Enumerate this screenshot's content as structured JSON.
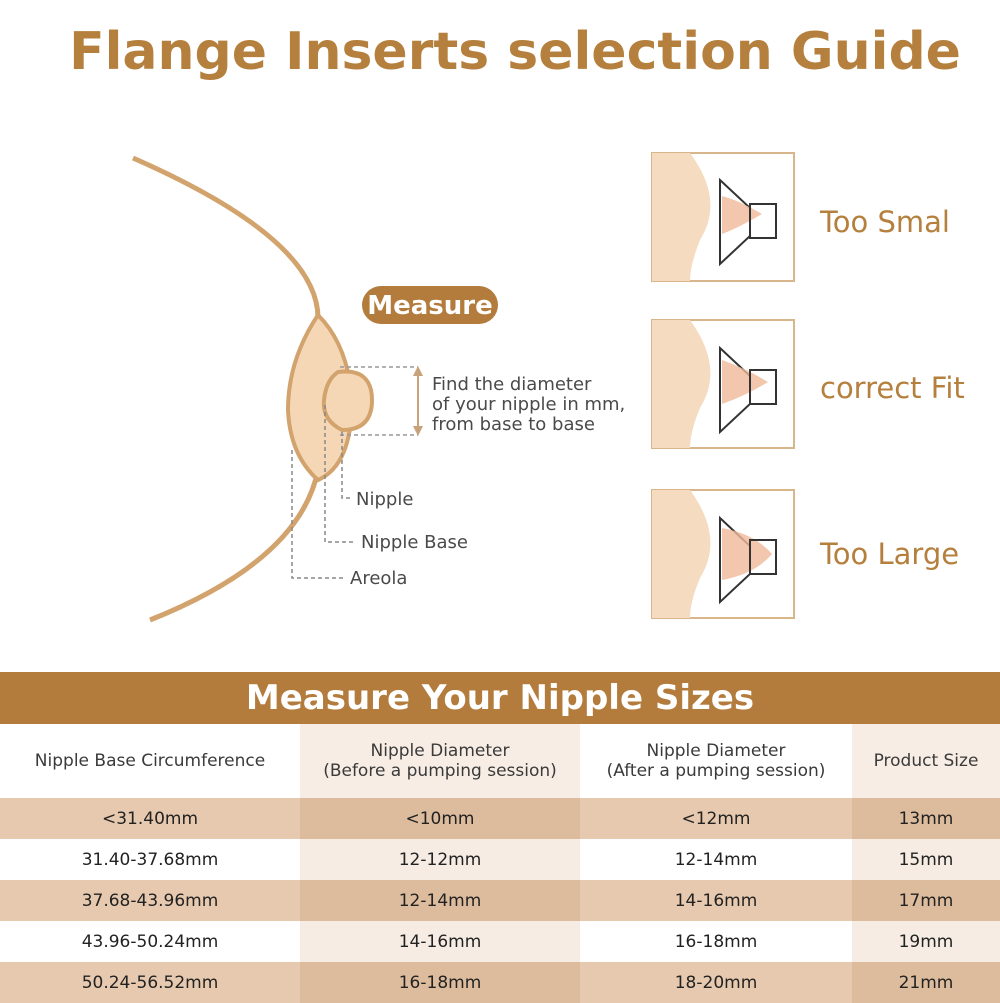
{
  "title": "Flange Inserts selection Guide",
  "diagram": {
    "measure_badge": "Measure",
    "instruction": [
      "Find the diameter",
      "of your nipple in mm,",
      "from base to base"
    ],
    "labels": {
      "nipple": "Nipple",
      "nipple_base": "Nipple Base",
      "areola": "Areola"
    },
    "fits": [
      {
        "label": "Too Smal"
      },
      {
        "label": "correct Fit"
      },
      {
        "label": "Too Large"
      }
    ]
  },
  "table": {
    "banner": "Measure Your Nipple Sizes",
    "headers": [
      [
        "Nipple Base Circumference"
      ],
      [
        "Nipple Diameter",
        "(Before a pumping session)"
      ],
      [
        "Nipple Diameter",
        "(After a pumping session)"
      ],
      [
        "Product Size"
      ]
    ],
    "rows": [
      [
        "<31.40mm",
        "<10mm",
        "<12mm",
        "13mm"
      ],
      [
        "31.40-37.68mm",
        "12-12mm",
        "12-14mm",
        "15mm"
      ],
      [
        "37.68-43.96mm",
        "12-14mm",
        "14-16mm",
        "17mm"
      ],
      [
        "43.96-50.24mm",
        "14-16mm",
        "16-18mm",
        "19mm"
      ],
      [
        "50.24-56.52mm",
        "16-18mm",
        "18-20mm",
        "21mm"
      ]
    ]
  },
  "colors": {
    "brand": "#b5803d",
    "skin": "#f3d3b0",
    "outline": "#d9a46e",
    "row_dark": "#e6c9ae",
    "row_light": "#ffffff"
  }
}
